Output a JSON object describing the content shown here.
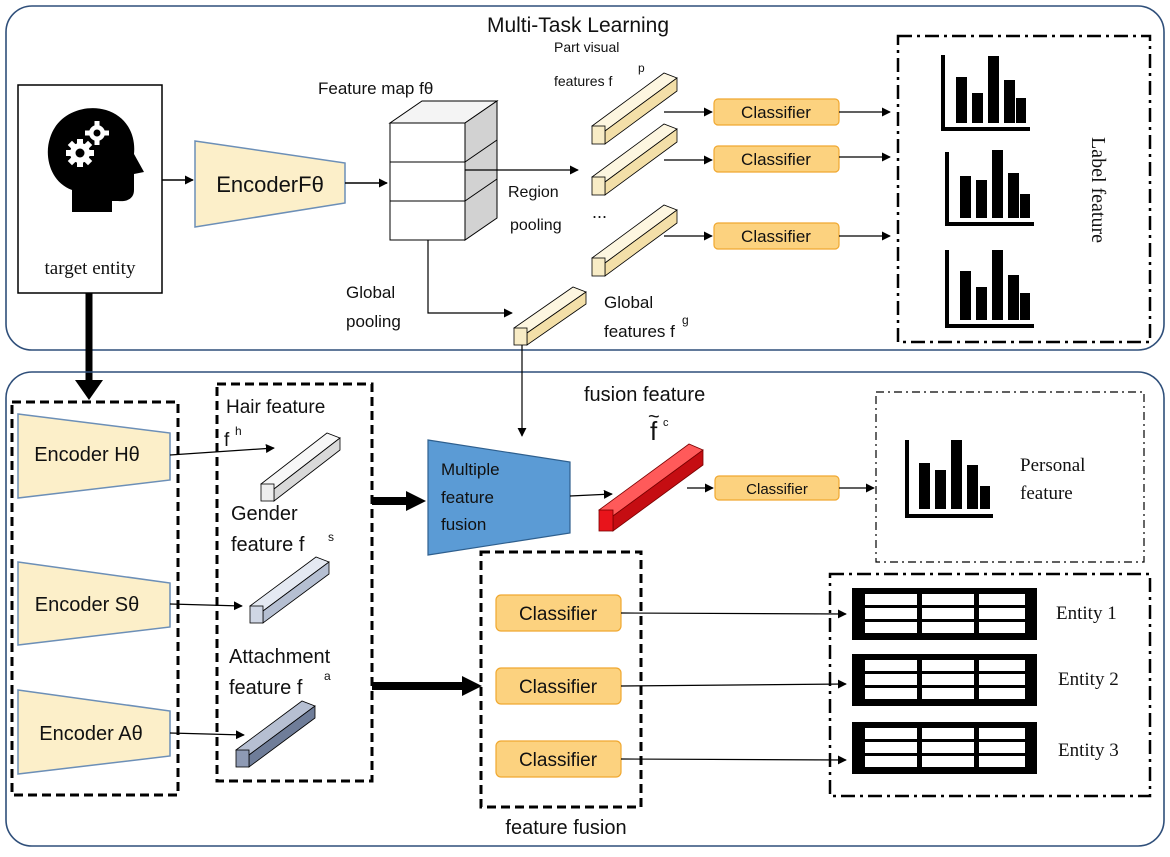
{
  "top": {
    "title": "Multi-Task Learning",
    "target_entity": "target entity",
    "encoder_f": "EncoderFθ",
    "feature_map": "Feature map fθ",
    "part_visual_line1": "Part visual",
    "part_visual_line2": "features f",
    "part_visual_sup": "p",
    "region_line1": "Region",
    "region_line2": "pooling",
    "ellipsis": "...",
    "global_pool_line1": "Global",
    "global_pool_line2": "pooling",
    "global_feat_line1": "Global",
    "global_feat_line2": "features f",
    "global_feat_sup": "g",
    "classifiers": [
      "Classifier",
      "Classifier",
      "Classifier"
    ],
    "label_feature": "Label feature"
  },
  "bottom": {
    "encoders": [
      "Encoder Hθ",
      "Encoder Sθ",
      "Encoder Aθ"
    ],
    "hair_feature": "Hair feature",
    "hair_sup": "h",
    "hair_f": "f",
    "gender_line1": "Gender",
    "gender_line2": "feature  f",
    "gender_sup": "s",
    "attach_line1": "Attachment",
    "attach_line2": "feature f",
    "attach_sup": "a",
    "fusion_feature": "fusion  feature",
    "fusion_symbol": "f",
    "fusion_tilde": "~",
    "fusion_sup": "c",
    "multi_fusion": [
      "Multiple",
      "feature",
      "fusion"
    ],
    "fusion_classifier": "Classifier",
    "personal_feature": [
      "Personal",
      "feature"
    ],
    "group_classifiers": [
      "Classifier",
      "Classifier",
      "Classifier"
    ],
    "feature_fusion": "feature fusion",
    "entities": [
      "Entity 1",
      "Entity 2",
      "Entity 3"
    ]
  },
  "colors": {
    "panel_border": "#2f4f7a",
    "encoder_fill": "#fcefc9",
    "classifier_fill": "#fcd27f",
    "classifier_border": "#f0a830",
    "fusion_fill": "#5b9bd5",
    "fusion_bar": "#e8141b",
    "feature_light": "#f2f2f2",
    "feature_mid": "#cfd6e4",
    "feature_dark": "#8e9ab4",
    "feature_yellow": "#f8ecc6"
  }
}
